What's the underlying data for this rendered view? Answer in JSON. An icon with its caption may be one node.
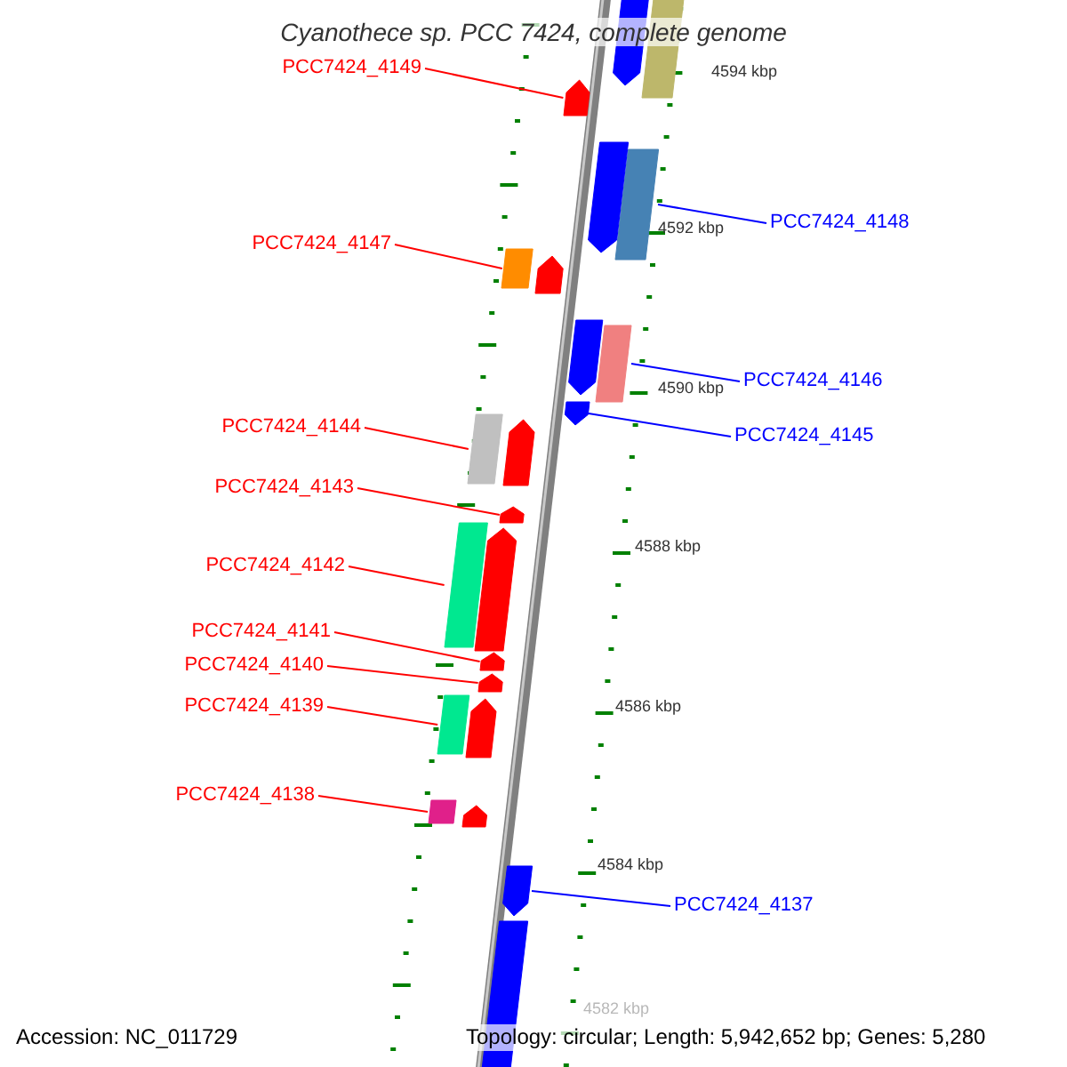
{
  "diagram": {
    "title": "Cyanothece sp. PCC 7424, complete genome",
    "nodes": [
      {
        "text": [
          "PCC7424_4149"
        ]
      },
      {
        "text": [],
        "shape": "arrow"
      },
      {
        "text": [
          "PCC7424_4148"
        ]
      },
      {
        "text": [],
        "shape": "box"
      },
      {
        "text": [
          "PCC7424_4147"
        ]
      },
      {
        "text": [],
        "shape": "box"
      },
      {
        "text": [
          "PCC7424_4146"
        ]
      },
      {
        "text": [],
        "shape": "box"
      },
      {
        "text": [
          "PCC7424_4144"
        ]
      },
      {
        "text": [],
        "shape": "box"
      },
      {
        "text": [
          "PCC7424_4145"
        ]
      },
      {
        "text": [],
        "shape": "arrow"
      },
      {
        "text": [
          "PCC7424_4143"
        ]
      },
      {
        "text": [],
        "shape": "arrow"
      },
      {
        "text": [
          "PCC7424_4142"
        ]
      },
      {
        "text": [],
        "shape": "box"
      },
      {
        "text": [
          "PCC7424_4141"
        ]
      },
      {
        "text": [],
        "shape": "arrow"
      },
      {
        "text": [
          "PCC7424_4140"
        ]
      },
      {
        "text": [],
        "shape": "arrow"
      },
      {
        "text": [
          "PCC7424_4139"
        ]
      },
      {
        "text": [],
        "shape": "box"
      },
      {
        "text": [
          "PCC7424_4138"
        ]
      },
      {
        "text": [],
        "shape": "box"
      },
      {
        "text": [
          "PCC7424_4137"
        ]
      },
      {
        "text": [],
        "shape": "arrow"
      },
      {
        "text": [],
        "shape": "arrow"
      },
      {
        "text": [],
        "shape": "box"
      },
      {
        "text": [],
        "shape": "arrow"
      },
      {
        "text": [],
        "shape": "arrow"
      },
      {
        "text": [],
        "shape": "arrow"
      },
      {
        "text": [],
        "shape": "arrow"
      },
      {
        "text": [],
        "shape": "arrow"
      },
      {
        "text": [],
        "shape": "arrow"
      },
      {
        "text": [],
        "shape": "arrow"
      },
      {
        "text": [],
        "shape": "box"
      }
    ],
    "edges": [
      {
        "from": 0,
        "to": 1,
        "arrow": "none"
      },
      {
        "from": 2,
        "to": 3,
        "arrow": "none",
        "color": "#0000ff"
      },
      {
        "from": 4,
        "to": 5,
        "arrow": "none"
      },
      {
        "from": 6,
        "to": 7,
        "arrow": "none",
        "color": "#0000ff"
      },
      {
        "from": 8,
        "to": 9,
        "arrow": "none"
      },
      {
        "from": 10,
        "to": 11,
        "arrow": "none",
        "color": "#0000ff"
      },
      {
        "from": 12,
        "to": 13,
        "arrow": "none"
      },
      {
        "from": 14,
        "to": 15,
        "arrow": "none"
      },
      {
        "from": 16,
        "to": 17,
        "arrow": "none"
      },
      {
        "from": 18,
        "to": 19,
        "arrow": "none"
      },
      {
        "from": 20,
        "to": 21,
        "arrow": "none"
      },
      {
        "from": 22,
        "to": 23,
        "arrow": "none"
      },
      {
        "from": 24,
        "to": 25,
        "arrow": "none",
        "color": "#0000ff"
      }
    ],
    "labels": [
      "4594 kbp",
      "4592 kbp",
      "4590 kbp",
      "4588 kbp",
      "4586 kbp",
      "4584 kbp",
      "4582 kbp",
      "Accession: NC_011729",
      "Topology: circular; Length: 5,942,652 bp; Genes: 5,280"
    ]
  }
}
